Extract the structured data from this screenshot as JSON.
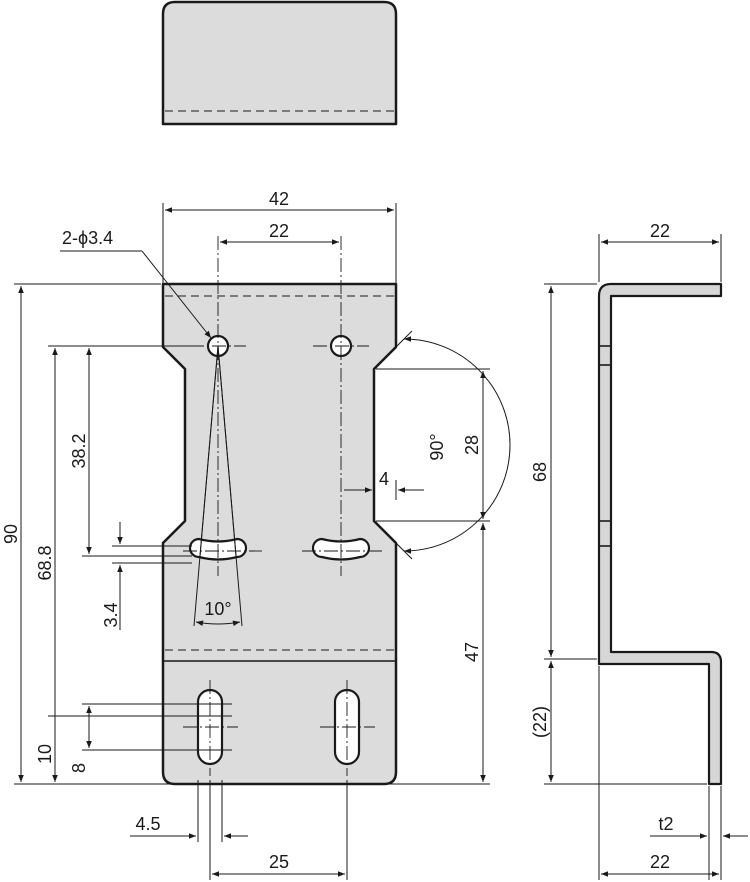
{
  "drawing": {
    "hole_callout": "2-ϕ3.4",
    "front_view": {
      "overall_width": "42",
      "hole_pitch": "22",
      "overall_height": "90",
      "slot_to_top_hole": "68.8",
      "hole_to_slot": "38.2",
      "slot_width": "3.4",
      "slot_angle": "10°",
      "lower_slot_offset": "10",
      "lower_slot_length": "8",
      "lower_slot_width": "4.5",
      "lower_slot_pitch": "25",
      "notch_depth": "4",
      "notch_angle": "90°",
      "notch_height": "28",
      "lower_height": "47"
    },
    "side_view": {
      "flange_width": "22",
      "upper_height": "68",
      "lower_height": "(22)",
      "thickness": "t2",
      "base_width": "22"
    }
  }
}
